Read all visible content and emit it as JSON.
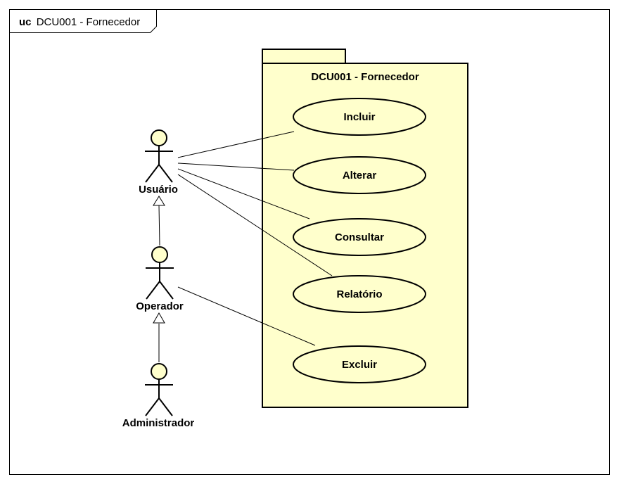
{
  "frame": {
    "keyword": "uc",
    "name": "DCU001 - Fornecedor"
  },
  "package": {
    "title": "DCU001 - Fornecedor"
  },
  "use_cases": {
    "incluir": "Incluir",
    "alterar": "Alterar",
    "consultar": "Consultar",
    "relatorio": "Relatório",
    "excluir": "Excluir"
  },
  "actors": {
    "usuario": "Usuário",
    "operador": "Operador",
    "administrador": "Administrador"
  },
  "colors": {
    "fill": "#ffffcc",
    "stroke": "#000000"
  }
}
